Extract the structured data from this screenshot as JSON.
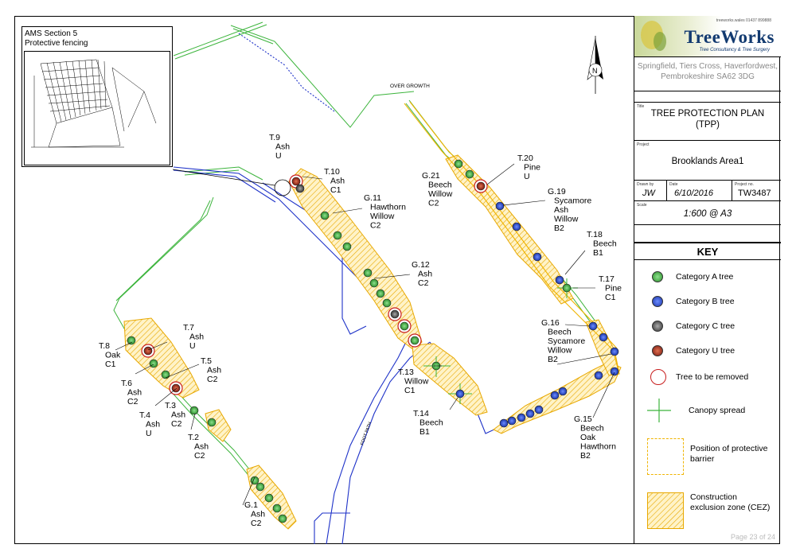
{
  "inset": {
    "title": "AMS Section 5",
    "subtitle": "Protective fencing"
  },
  "map_labels": {
    "over_growth": "OVER GROWTH",
    "foot_path": "FOOT PATH"
  },
  "trees": [
    {
      "id": "t9",
      "lines": [
        "T.9",
        "Ash",
        "U"
      ],
      "category": "U",
      "remove": true
    },
    {
      "id": "t10",
      "lines": [
        "T.10",
        "Ash",
        "C1"
      ],
      "category": "C"
    },
    {
      "id": "g11",
      "lines": [
        "G.11",
        "Hawthorn",
        "Willow",
        "C2"
      ],
      "category": "A"
    },
    {
      "id": "g12",
      "lines": [
        "G.12",
        "Ash",
        "C2"
      ],
      "category": "A"
    },
    {
      "id": "t13",
      "lines": [
        "T.13",
        "Willow",
        "C1"
      ],
      "category": "A"
    },
    {
      "id": "t14",
      "lines": [
        "T.14",
        "Beech",
        "B1"
      ],
      "category": "B"
    },
    {
      "id": "g15",
      "lines": [
        "G.15",
        "Beech",
        "Oak",
        "Hawthorn",
        "B2"
      ],
      "category": "B"
    },
    {
      "id": "g16",
      "lines": [
        "G.16",
        "Beech",
        "Sycamore",
        "Willow",
        "B2"
      ],
      "category": "B"
    },
    {
      "id": "t17",
      "lines": [
        "T.17",
        "Pine",
        "C1"
      ],
      "category": "A"
    },
    {
      "id": "t18",
      "lines": [
        "T.18",
        "Beech",
        "B1"
      ],
      "category": "B"
    },
    {
      "id": "g19",
      "lines": [
        "G.19",
        "Sycamore",
        "Ash",
        "Willow",
        "B2"
      ],
      "category": "B"
    },
    {
      "id": "t20",
      "lines": [
        "T.20",
        "Pine",
        "U"
      ],
      "category": "U"
    },
    {
      "id": "g21",
      "lines": [
        "G.21",
        "Beech",
        "Willow",
        "C2"
      ],
      "category": "A"
    },
    {
      "id": "t8",
      "lines": [
        "T.8",
        "Oak",
        "C1"
      ],
      "category": "A"
    },
    {
      "id": "t7",
      "lines": [
        "T.7",
        "Ash",
        "U"
      ],
      "category": "U"
    },
    {
      "id": "t6",
      "lines": [
        "T.6",
        "Ash",
        "C2"
      ],
      "category": "A"
    },
    {
      "id": "t5",
      "lines": [
        "T.5",
        "Ash",
        "C2"
      ],
      "category": "A"
    },
    {
      "id": "t4",
      "lines": [
        "T.4",
        "Ash",
        "U"
      ],
      "category": "U"
    },
    {
      "id": "t3",
      "lines": [
        "T.3",
        "Ash",
        "C2"
      ],
      "category": "A"
    },
    {
      "id": "t2",
      "lines": [
        "T.2",
        "Ash",
        "C2"
      ],
      "category": "A"
    },
    {
      "id": "g1",
      "lines": [
        "G.1",
        "Ash",
        "C2"
      ],
      "category": "A"
    }
  ],
  "title_block": {
    "contact": "treeworks.wales   01437 899888",
    "company": "TreeWorks",
    "tagline": "Tree Consultancy & Tree Surgery",
    "address_line1": "Springfield, Tiers Cross, Haverfordwest,",
    "address_line2": "Pembrokeshire  SA62 3DG",
    "title_caption": "Title",
    "title_line1": "TREE PROTECTION PLAN",
    "title_line2": "(TPP)",
    "project_caption": "Project",
    "project": "Brooklands Area1",
    "drawn_by_caption": "Drawn by",
    "drawn_by": "JW",
    "date_caption": "Date",
    "date": "6/10/2016",
    "project_no_caption": "Project no.",
    "project_no": "TW3487",
    "scale_caption": "Scale",
    "scale": "1:600 @ A3",
    "page": "Page 23 of 24"
  },
  "key": {
    "heading": "KEY",
    "items": [
      {
        "label": "Category A tree",
        "color": "#3cb43c"
      },
      {
        "label": "Category B tree",
        "color": "#2250c8"
      },
      {
        "label": "Category C tree",
        "color": "#555555"
      },
      {
        "label": "Category U tree",
        "color": "#9b2a1a"
      },
      {
        "label": "Tree to be removed"
      },
      {
        "label": "Canopy spread"
      },
      {
        "label": "Position of protective barrier"
      },
      {
        "label": "Construction exclusion zone (CEZ)"
      }
    ]
  },
  "north_arrow": {
    "label": "N"
  },
  "colors": {
    "hedge": "#3cb43c",
    "road": "#1e32c8",
    "barrier": "#f0b400",
    "cez": "#f0b400",
    "removal": "#c81e1e"
  }
}
